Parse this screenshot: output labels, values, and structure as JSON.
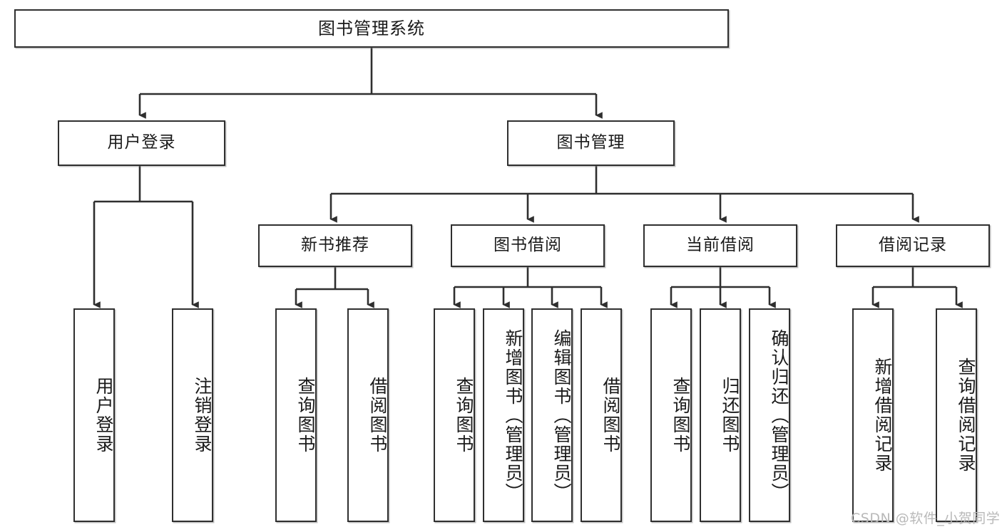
{
  "diagram": {
    "title": "图书管理系统",
    "type": "tree-hierarchy-diagram",
    "root": {
      "label": "图书管理系统"
    },
    "level2": [
      {
        "label": "用户登录"
      },
      {
        "label": "图书管理"
      }
    ],
    "level3": [
      {
        "label": "新书推荐"
      },
      {
        "label": "图书借阅"
      },
      {
        "label": "当前借阅"
      },
      {
        "label": "借阅记录"
      }
    ],
    "leaves": {
      "user_login": [
        {
          "label": "用户登录"
        },
        {
          "label": "注销登录"
        }
      ],
      "new_book_recommend": [
        {
          "label": "查询图书"
        },
        {
          "label": "借阅图书"
        }
      ],
      "book_borrow": [
        {
          "label": "查询图书"
        },
        {
          "label": "新增图书（管理员）"
        },
        {
          "label": "编辑图书（管理员）"
        },
        {
          "label": "借阅图书"
        }
      ],
      "current_borrow": [
        {
          "label": "查询图书"
        },
        {
          "label": "归还图书"
        },
        {
          "label": "确认归还（管理员）"
        }
      ],
      "borrow_record": [
        {
          "label": "新增借阅记录"
        },
        {
          "label": "查询借阅记录"
        }
      ]
    },
    "watermark": "CSDN @软件_小贺同学",
    "colors": {
      "stroke": "#2f2f2f",
      "fill": "#ffffff",
      "text": "#1a1a1a",
      "watermark": "#b9b9b9"
    }
  }
}
